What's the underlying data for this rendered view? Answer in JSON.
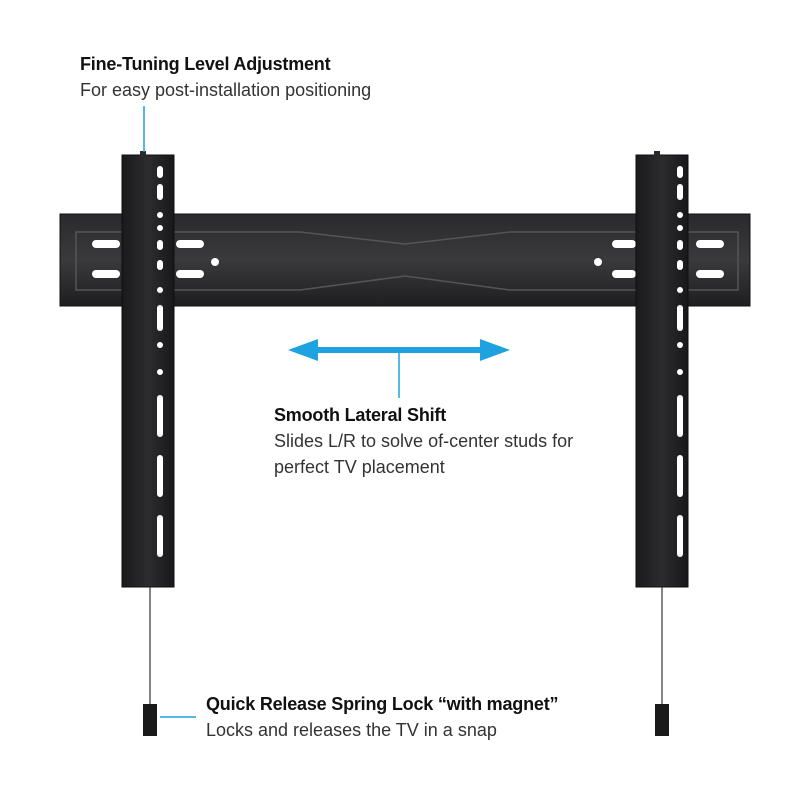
{
  "callouts": {
    "level": {
      "title": "Fine-Tuning Level Adjustment",
      "desc": "For easy post-installation positioning"
    },
    "shift": {
      "title": "Smooth Lateral Shift",
      "desc_line1": "Slides L/R to solve of-center studs for",
      "desc_line2": "perfect  TV placement"
    },
    "lock": {
      "title": "Quick Release Spring Lock  “with magnet”",
      "desc": "Locks and releases the TV in a snap"
    }
  },
  "colors": {
    "accent": "#1ea3e0",
    "bracket": "#1c1c1e",
    "text": "#1a1a1a"
  }
}
